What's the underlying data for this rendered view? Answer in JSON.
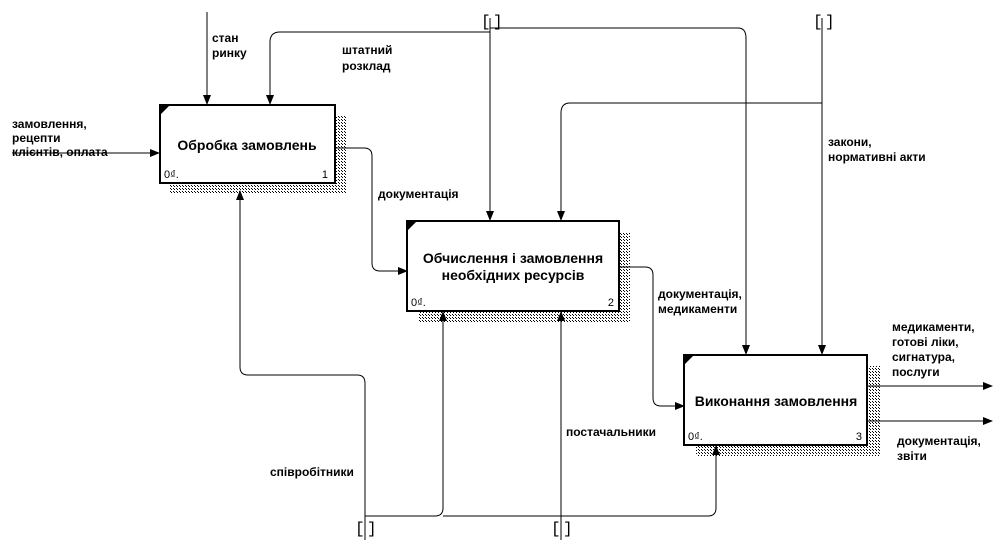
{
  "boxes": {
    "b1": {
      "title": "Обробка замовлень",
      "cost": "0₫.",
      "number": "1"
    },
    "b2": {
      "title_line1": "Обчислення і замовлення",
      "title_line2": "необхідних ресурсів",
      "cost": "0₫.",
      "number": "2"
    },
    "b3": {
      "title": "Виконання замовлення",
      "cost": "0₫.",
      "number": "3"
    }
  },
  "labels": {
    "market_line1": "стан",
    "market_line2": "ринку",
    "staff_line1": "штатний",
    "staff_line2": "розклад",
    "orders_line1": "замовлення,",
    "orders_line2": "рецепти",
    "orders_line3": "клієнтів, оплата",
    "laws_line1": "закони,",
    "laws_line2": "нормативні акти",
    "docs1": "документація",
    "docs_meds_line1": "документація,",
    "docs_meds_line2": "медикаменти",
    "out_meds_line1": "медикаменти,",
    "out_meds_line2": "готові ліки,",
    "out_meds_line3": "сигнатура,",
    "out_meds_line4": "послуги",
    "out_docs_line1": "документація,",
    "out_docs_line2": "звіти",
    "suppliers": "постачальники",
    "employees": "співробітники"
  },
  "tunnel_marks": {
    "open": "[",
    "close": "]"
  }
}
